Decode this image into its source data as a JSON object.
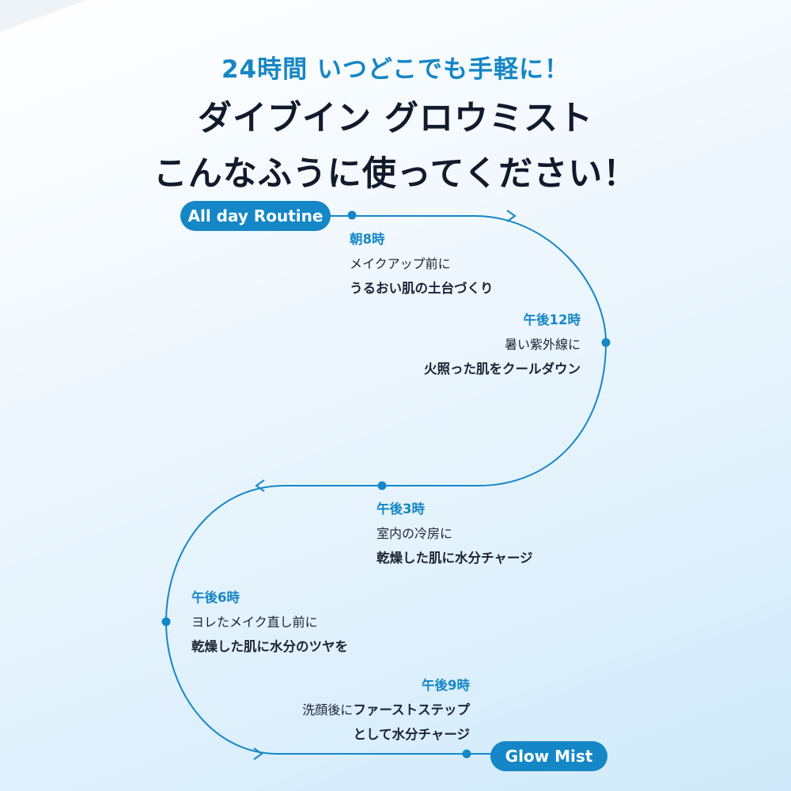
{
  "header": {
    "subtitle": "24時間 いつどこでも手軽に！",
    "title_line1": "ダイブイン グロウミスト",
    "title_line2": "こんなふうに使ってください！"
  },
  "route": {
    "start_label": "All day Routine",
    "end_label": "Glow Mist",
    "line_color": "#1587c6",
    "accent_color": "#1587c6"
  },
  "stops": [
    {
      "time": "朝8時",
      "desc": "メイクアップ前に",
      "highlight": "うるおい肌の土台づくり"
    },
    {
      "time": "午後12時",
      "desc": "暑い紫外線に",
      "highlight": "火照った肌をクールダウン"
    },
    {
      "time": "午後3時",
      "desc": "室内の冷房に",
      "highlight": "乾燥した肌に水分チャージ"
    },
    {
      "time": "午後6時",
      "desc": "ヨレたメイク直し前に",
      "highlight": "乾燥した肌に水分のツヤを"
    },
    {
      "time": "午後9時",
      "desc_prefix": "洗顔後に",
      "desc_emphasis": "ファーストステップ",
      "highlight": "として水分チャージ"
    }
  ]
}
